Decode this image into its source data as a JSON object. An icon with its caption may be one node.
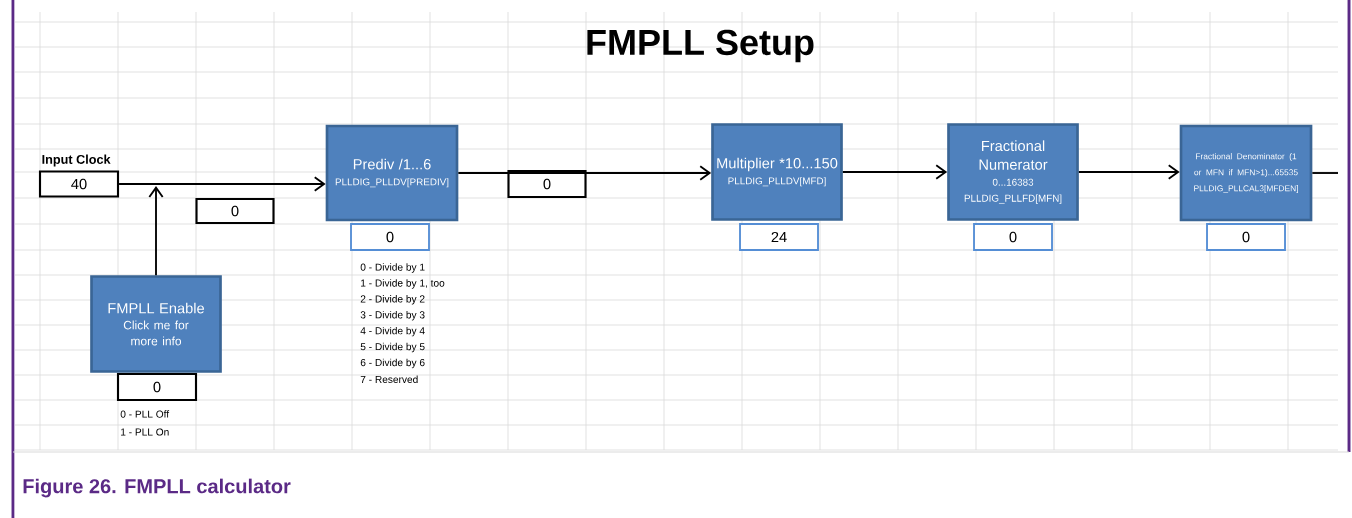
{
  "diagram": {
    "title": "FMPLL Setup",
    "caption": "Figure 26.  FMPLL calculator",
    "nodes": [
      {
        "text": [
          "40"
        ],
        "beside": [
          "Input Clock"
        ]
      },
      {
        "text": [
          "0"
        ]
      },
      {
        "text": [
          "Prediv /1...6",
          "PLLDIG_PLLDV[PREDIV]"
        ]
      },
      {
        "text": [
          "0"
        ]
      },
      {
        "text": [
          "0"
        ]
      },
      {
        "text": [
          "Multiplier *10...150",
          "PLLDIG_PLLDV[MFD]"
        ]
      },
      {
        "text": [
          "24"
        ]
      },
      {
        "text": [
          "Fractional Numerator",
          "0...16383 PLLDIG_PLLFD[MFN]"
        ]
      },
      {
        "text": [
          "0"
        ]
      },
      {
        "text": [
          "Fractional Denominator (1 or MFN if MFN>1)...65535 PLLDIG_PLLCAL3[MFDEN]"
        ]
      },
      {
        "text": [
          "0"
        ]
      },
      {
        "text": [
          "FMPLL Enable",
          "Click me for more info"
        ]
      },
      {
        "text": [
          "0"
        ]
      }
    ],
    "edges": [
      {
        "from": 0,
        "to": 2,
        "arrow": "to"
      },
      {
        "from": 11,
        "to": null,
        "arrow": "to"
      },
      {
        "from": 2,
        "to": 5,
        "arrow": "to"
      },
      {
        "from": 5,
        "to": 7,
        "arrow": "to"
      },
      {
        "from": 7,
        "to": 9,
        "arrow": "to"
      },
      {
        "from": 9,
        "to": null,
        "arrow": "none"
      }
    ],
    "labels": [
      "0 - Divide by 1",
      "1 - Divide by 1, too",
      "2 - Divide by 2",
      "3 - Divide by 3",
      "4 - Divide by 4",
      "5 - Divide by 5",
      "6 - Divide by 6",
      "7 - Reserved",
      "0 - PLL Off",
      "1 - PLL On"
    ]
  }
}
